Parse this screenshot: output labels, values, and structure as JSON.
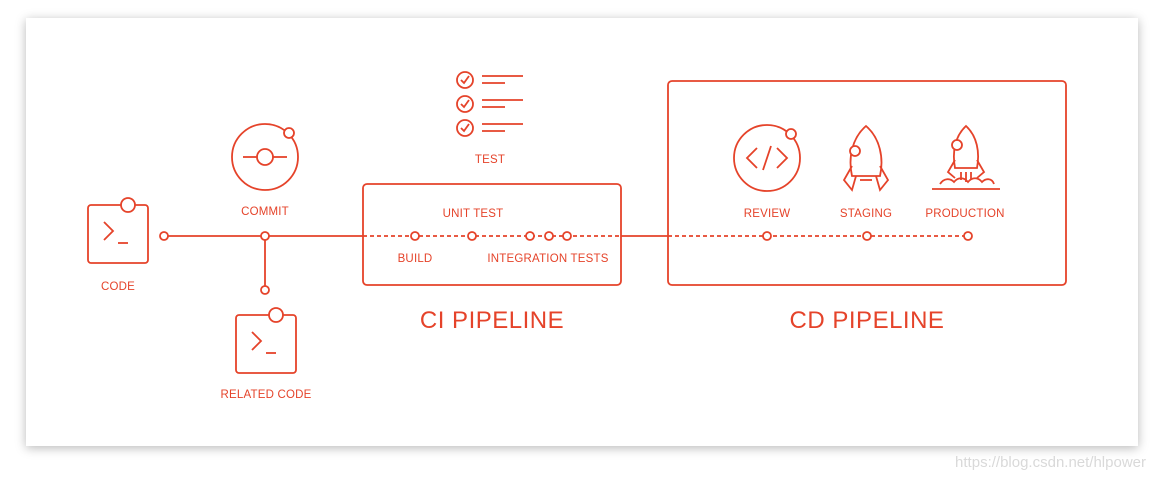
{
  "colors": {
    "accent": "#e5432a",
    "background": "#ffffff",
    "watermark": "#d9d9d9"
  },
  "nodes": {
    "code": "CODE",
    "commit": "COMMIT",
    "related_code": "RELATED CODE",
    "test": "TEST",
    "unit_test": "UNIT TEST",
    "build": "BUILD",
    "integration_tests": "INTEGRATION TESTS",
    "review": "REVIEW",
    "staging": "STAGING",
    "production": "PRODUCTION"
  },
  "pipelines": {
    "ci": "CI PIPELINE",
    "cd": "CD PIPELINE"
  },
  "icons": {
    "code": "terminal-icon",
    "commit": "commit-icon",
    "related_code": "terminal-icon",
    "test": "checklist-icon",
    "review": "code-brackets-icon",
    "staging": "rocket-icon",
    "production": "rocket-launch-icon"
  },
  "watermark": "https://blog.csdn.net/hlpower"
}
